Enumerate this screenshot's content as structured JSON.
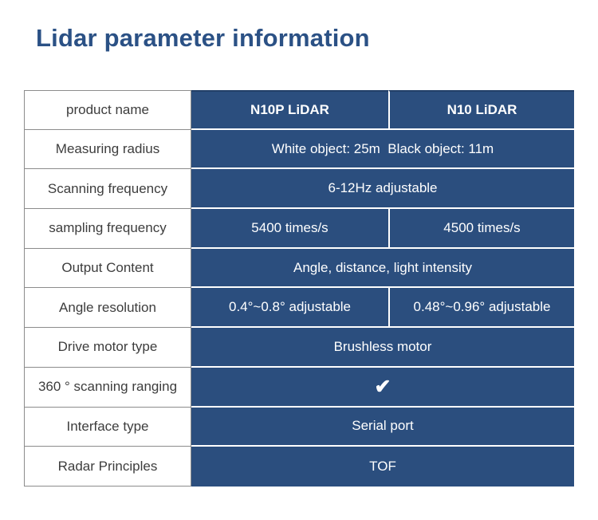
{
  "page": {
    "title": "Lidar parameter information"
  },
  "colors": {
    "cell_blue": "#2b4e7e",
    "title_blue": "#2b5185",
    "label_text": "#3d3d3d",
    "border_gray": "#8c8c8c",
    "separator_white": "#ffffff"
  },
  "icons": {
    "checkmark": "✔"
  },
  "table": {
    "rows": [
      {
        "label": "product name",
        "cells": [
          "N10P LiDAR",
          "N10 LiDAR"
        ]
      },
      {
        "label": "Measuring radius",
        "cells": [
          "White object: 25m  Black object: 11m"
        ]
      },
      {
        "label": "Scanning frequency",
        "cells": [
          "6-12Hz adjustable"
        ]
      },
      {
        "label": "sampling frequency",
        "cells": [
          "5400 times/s",
          "4500 times/s"
        ]
      },
      {
        "label": "Output Content",
        "cells": [
          "Angle, distance, light intensity"
        ]
      },
      {
        "label": "Angle resolution",
        "cells": [
          "0.4°~0.8° adjustable",
          "0.48°~0.96° adjustable"
        ]
      },
      {
        "label": "Drive motor type",
        "cells": [
          "Brushless motor"
        ]
      },
      {
        "label": "360 ° scanning ranging",
        "cells": [
          "✔"
        ]
      },
      {
        "label": "Interface type",
        "cells": [
          "Serial port"
        ]
      },
      {
        "label": "Radar Principles",
        "cells": [
          "TOF"
        ]
      }
    ]
  }
}
